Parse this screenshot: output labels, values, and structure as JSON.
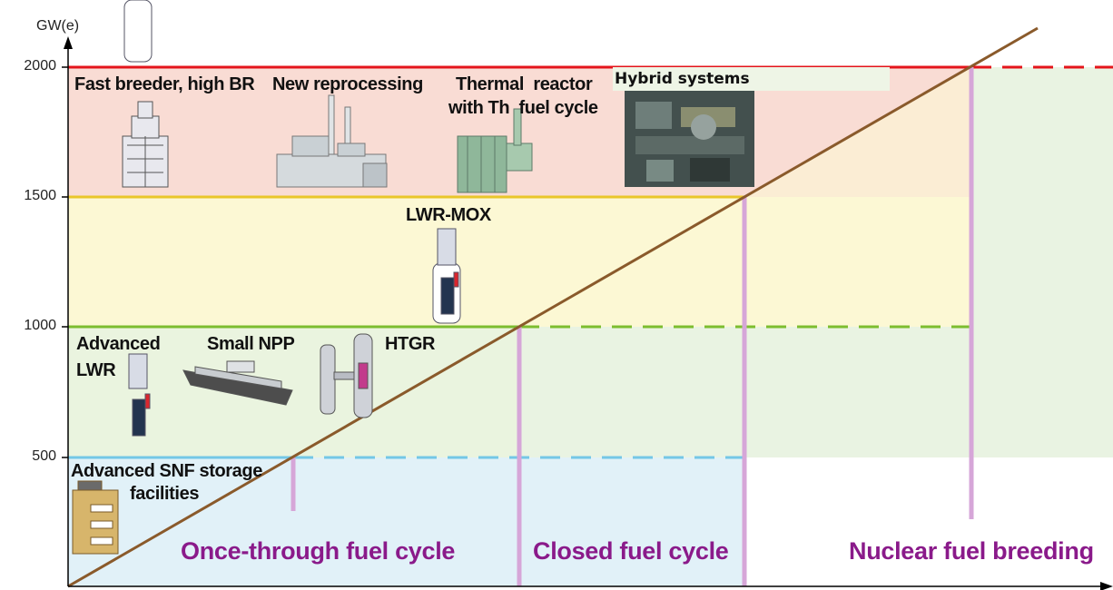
{
  "axis": {
    "y_unit": "GW(e)",
    "y_ticks": [
      "2000",
      "1500",
      "1000",
      "500"
    ]
  },
  "colors": {
    "red_line": "#e4141b",
    "yellow_line": "#e9c62a",
    "green_line": "#7cbd2f",
    "blue_line": "#74c7e6",
    "trend_line": "#8a5a2b",
    "marker_line": "#d6a6d8",
    "phase_text": "#8a1a8a"
  },
  "levels": {
    "top": {
      "labels": [
        "Fast breeder, high BR",
        "New reprocessing",
        "Thermal  reactor",
        "with Th  fuel cycle"
      ],
      "overlay": "Hybrid systems"
    },
    "upper": {
      "labels": [
        "LWR-MOX"
      ]
    },
    "middle": {
      "labels": [
        "Advanced",
        "LWR",
        "Small NPP",
        "HTGR"
      ]
    },
    "lower": {
      "labels": [
        "Advanced SNF storage",
        "facilities"
      ]
    }
  },
  "phases": [
    "Once-through fuel cycle",
    "Closed fuel cycle",
    "Nuclear fuel breeding"
  ],
  "icons": [
    "fast-breeder-reactor-icon",
    "reprocessing-plant-icon",
    "thorium-reactor-icon",
    "hybrid-systems-photo",
    "lwr-mox-reactor-icon",
    "advanced-lwr-reactor-icon",
    "small-npp-barge-icon",
    "htgr-reactor-icon",
    "snf-storage-building-icon"
  ]
}
